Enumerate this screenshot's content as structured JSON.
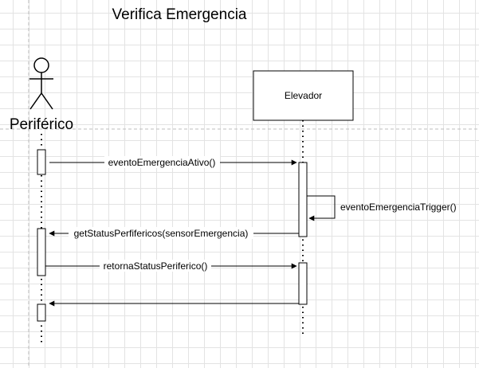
{
  "title": "Verifica Emergencia",
  "actor": {
    "label": "Periférico"
  },
  "object": {
    "label": "Elevador"
  },
  "messages": {
    "m1": "eventoEmergenciaAtivo()",
    "m2": "eventoEmergenciaTrigger()",
    "m3": "getStatusPerfifericos(sensorEmergencia)",
    "m4": "retornaStatusPeriferico()"
  },
  "colors": {
    "line": "#000000",
    "box_fill": "#ffffff",
    "grid": "#e3e3e3"
  }
}
